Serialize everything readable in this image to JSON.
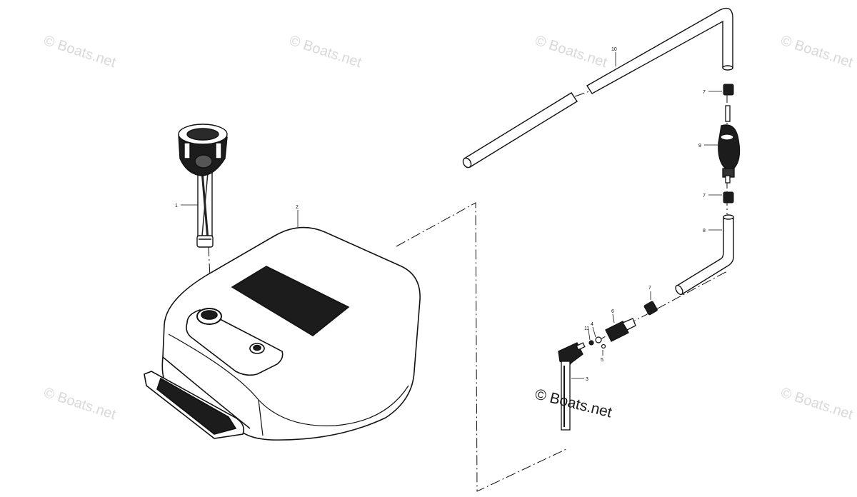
{
  "watermark": {
    "text": "© Boats.net",
    "color_faint": "#d9d9d9",
    "color_main": "#1a1a1a"
  },
  "callouts": {
    "p1": "1",
    "p2": "2",
    "p3": "3",
    "p4": "4",
    "p5": "5",
    "p6": "6",
    "p7_top": "7",
    "p7_mid": "7",
    "p7_low": "7",
    "p8": "8",
    "p9": "9",
    "p10": "10",
    "p11": "11"
  },
  "colors": {
    "ink": "#111111",
    "fill_dark": "#1c1c1c",
    "paper": "#ffffff"
  }
}
